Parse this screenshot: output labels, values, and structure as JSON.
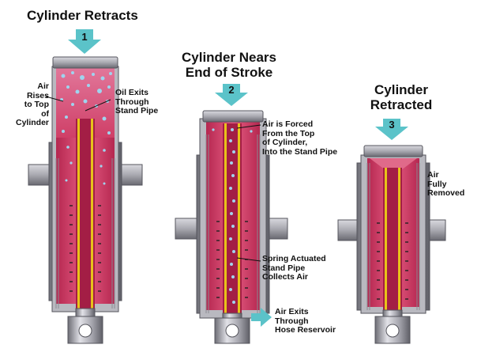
{
  "stages": [
    {
      "number": "1",
      "title": "Cylinder Retracts",
      "labels": {
        "air_rises": [
          "Air",
          "Rises",
          "to Top",
          "of",
          "Cylinder"
        ],
        "oil_exits": [
          "Oil Exits",
          "Through",
          "Stand Pipe"
        ]
      }
    },
    {
      "number": "2",
      "title_lines": [
        "Cylinder Nears",
        "End of Stroke"
      ],
      "labels": {
        "air_forced": [
          "Air is Forced",
          "From the Top",
          "of Cylinder,",
          "Into the Stand Pipe"
        ],
        "spring_pipe": [
          "Spring Actuated",
          "Stand Pipe",
          "Collects Air"
        ],
        "air_exits": [
          "Air Exits",
          "Through",
          "Hose Reservoir"
        ]
      }
    },
    {
      "number": "3",
      "title_lines": [
        "Cylinder",
        "Retracted"
      ],
      "labels": {
        "air_removed": [
          "Air",
          "Fully",
          "Removed"
        ]
      }
    }
  ],
  "colors": {
    "arrow": "#5bc3c9",
    "oil": "#c8325a",
    "oil_light": "#e06a8a",
    "steel": "#9a9aa2",
    "steel_dark": "#55555d",
    "steel_light": "#d8d8de",
    "pipe": "#e8c21a",
    "bubble": "#9fd4ee"
  }
}
